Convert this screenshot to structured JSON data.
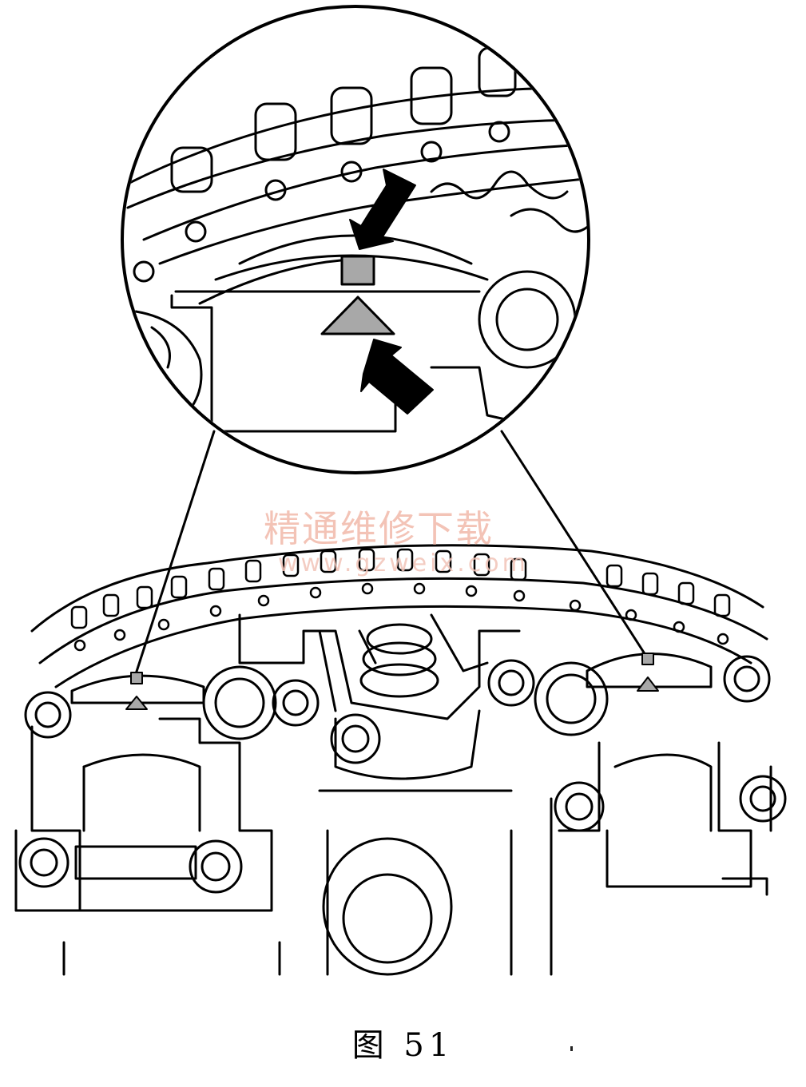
{
  "figure": {
    "caption": "图 51"
  },
  "watermark": {
    "text_cn": "精通维修下载",
    "text_url": "www.gzweix.com",
    "color": "#f2b9aa"
  },
  "colors": {
    "line": "#000000",
    "mark_fill": "#a8a8a8",
    "background": "#ffffff"
  },
  "icons": {
    "arrow_upper": "arrow-down-icon",
    "arrow_lower": "arrow-up-icon",
    "marker_square": "timing-mark-square-icon",
    "marker_triangle": "timing-mark-triangle-icon"
  }
}
